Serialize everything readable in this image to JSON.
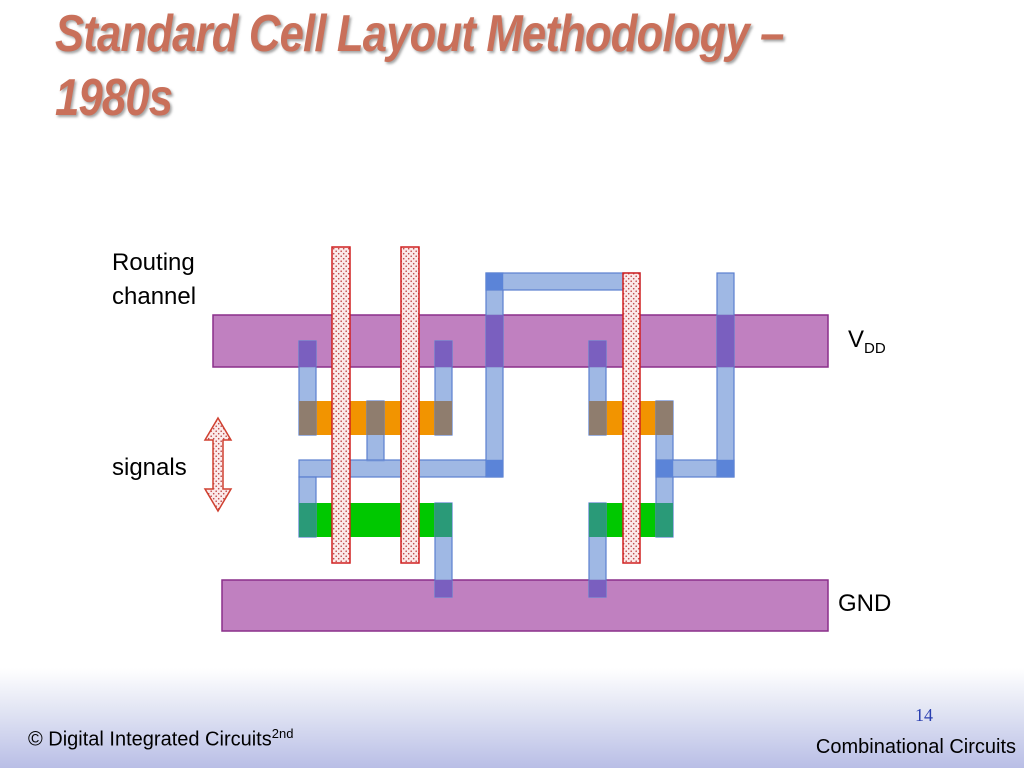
{
  "slide": {
    "title": "Standard Cell Layout Methodology –\n1980s",
    "title_color": "#c9705a"
  },
  "labels": {
    "routing": "Routing\nchannel",
    "signals": "signals",
    "vdd_main": "V",
    "vdd_sub": "DD",
    "gnd": "GND"
  },
  "footer": {
    "copyright": "© Digital Integrated Circuits",
    "edition": "2nd",
    "page_number": "14",
    "page_number_color": "#2a3fb0",
    "section": "Combinational Circuits"
  },
  "colors": {
    "power_rail": "#c080c0",
    "metal": "#8eacdf",
    "pmos_diffusion": "#f29400",
    "nmos_diffusion": "#00c800",
    "poly": "#e02020",
    "arrow": "#d04030"
  }
}
